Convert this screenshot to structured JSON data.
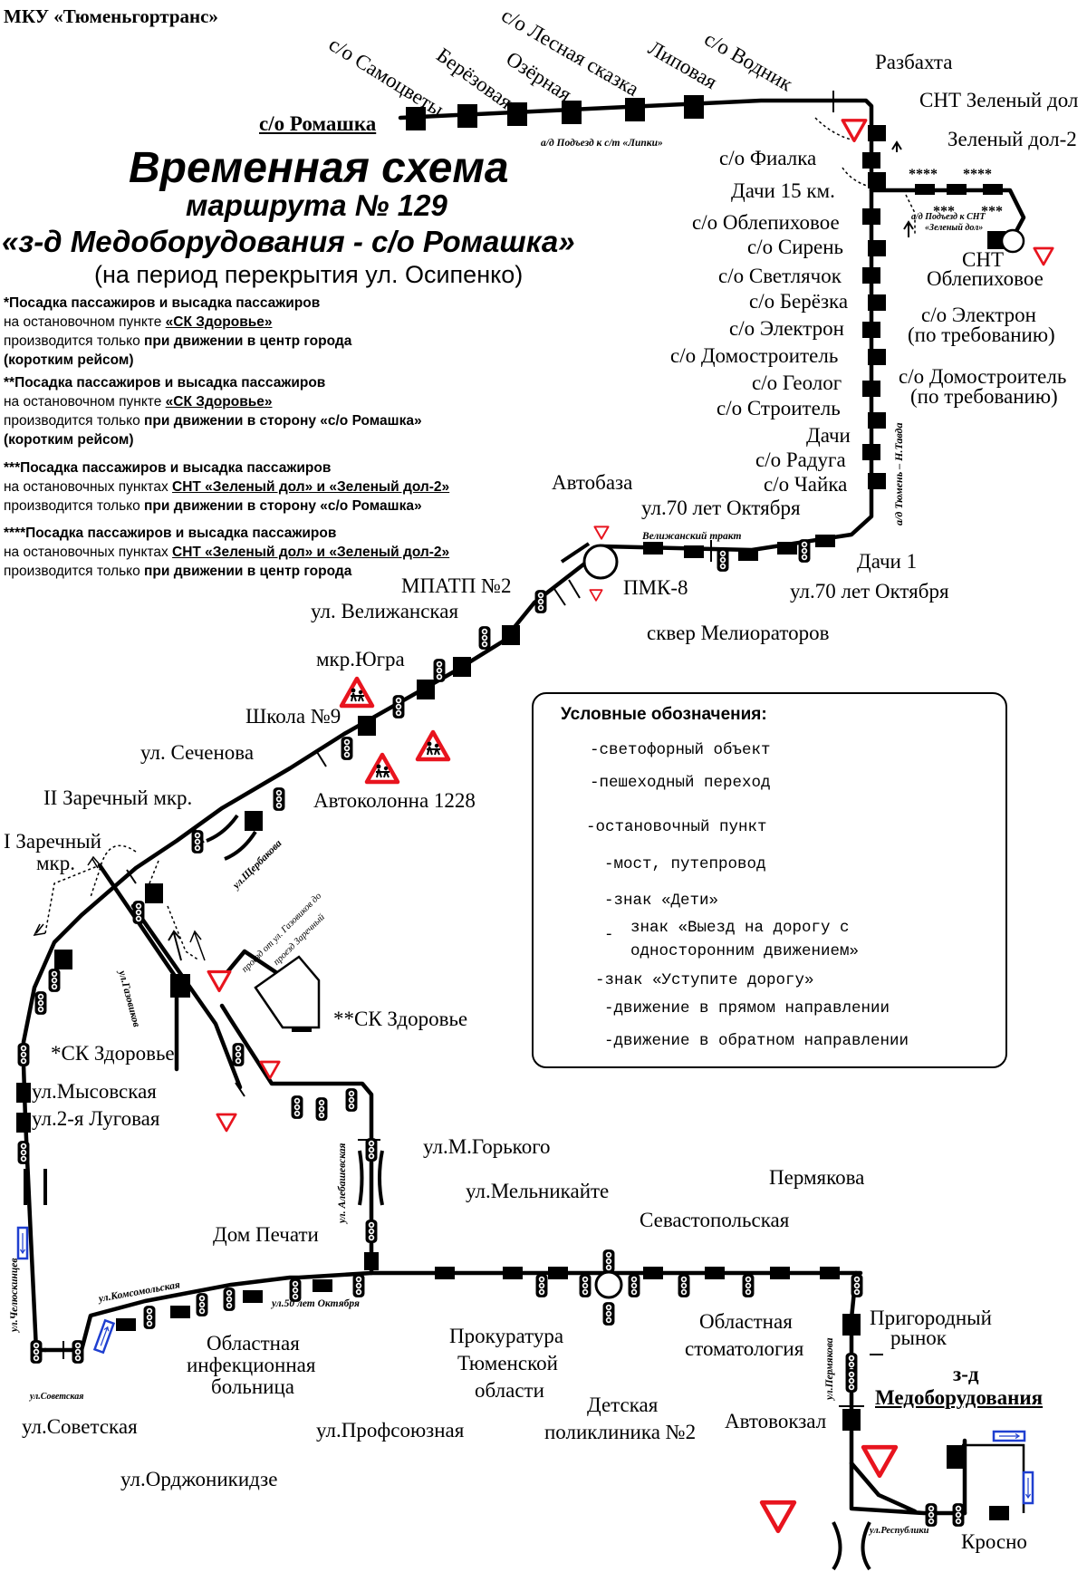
{
  "header": {
    "organization": "МКУ «Тюменьгортранс»",
    "title_line1": "Временная схема",
    "title_line2": "маршрута № 129",
    "route_name": "«з-д Медоборудования - с/о Ромашка»",
    "period": "(на период перекрытия ул. Осипенко)"
  },
  "notes": [
    {
      "line1": "*Посадка пассажиров и высадка пассажиров",
      "line2_pre": "на остановочном пункте ",
      "line2_stop": "«СК Здоровье»",
      "line3_pre": "производится только ",
      "line3_bold": "при движении в центр города",
      "line4": "(коротким рейсом)"
    },
    {
      "line1": "**Посадка пассажиров и высадка пассажиров",
      "line2_pre": "на остановочном пункте ",
      "line2_stop": "«СК Здоровье»",
      "line3_pre": "производится только ",
      "line3_bold": "при движении в сторону «с/о Ромашка»",
      "line4": "(коротким рейсом)"
    },
    {
      "line1": "***Посадка пассажиров и высадка пассажиров",
      "line2_pre": "на остановочных пунктах ",
      "line2_stop": "СНТ «Зеленый дол» и «Зеленый дол-2»",
      "line3_pre": "производится только ",
      "line3_bold": "при движении в сторону «с/о Ромашка»"
    },
    {
      "line1": "****Посадка пассажиров и высадка пассажиров",
      "line2_pre": "на остановочных пунктах ",
      "line2_stop": "СНТ «Зеленый дол» и «Зеленый дол-2»",
      "line3_pre": "производится только ",
      "line3_bold": "при движении в центр города"
    }
  ],
  "stops": {
    "samotsvety": "с/о Самоцветы",
    "berezovaya": "Берёзовая",
    "ozernaya": "Озёрная",
    "lesnaya_skazka": "с/о Лесная сказка",
    "lipovaya": "Липовая",
    "vodnik": "с/о Водник",
    "romashka": "с/о Ромашка",
    "razbakhta": "Разбахта",
    "snt_zeleny_dol": "СНТ Зеленый дол",
    "zeleny_dol_2": "Зеленый дол-2",
    "fialka": "с/о Фиалка",
    "dachi_15": "Дачи 15 км.",
    "oblepikhovoe": "с/о Облепиховое",
    "siren": "с/о Сирень",
    "snt_line1": "СНТ",
    "snt_line2": "Облепиховое",
    "svetlyachok": "с/о Светлячок",
    "berezka": "с/о Берёзка",
    "elektron": "с/о Электрон",
    "elektron_req_line1": "с/о Электрон",
    "elektron_req_line2": "(по требованию)",
    "domostroitel": "с/о Домостроитель",
    "domostroitel_req_line1": "с/о Домостроитель",
    "domostroitel_req_line2": "(по требованию)",
    "geolog": "с/о Геолог",
    "stroitel": "с/о Строитель",
    "dachi": "Дачи",
    "raduga": "с/о Радуга",
    "chayka": "с/о Чайка",
    "avtobaza": "Автобаза",
    "oktyabrya_70_top": "ул.70 лет Октября",
    "dachi_1": "Дачи 1",
    "oktyabrya_70_bottom": "ул.70 лет Октября",
    "pmk_8": "ПМК-8",
    "skver_melioratorov": "сквер Мелиораторов",
    "mpatp_2": "МПАТП №2",
    "velizhanskaya": "ул. Велижанская",
    "mkr_yugra": "мкр.Югра",
    "shkola_9": "Школа №9",
    "sechenova": "ул. Сеченова",
    "avtokolonna": "Автоколонна 1228",
    "zarechny_2": "II Заречный мкр.",
    "zarechny_1_line1": "I Заречный",
    "zarechny_1_line2": "мкр.",
    "sk_zdorovie_1": "*СК Здоровье",
    "sk_zdorovie_2": "**СК Здоровье",
    "mysovskaya": "ул.Мысовская",
    "lugovaya_2": "ул.2-я Луговая",
    "dom_pechati": "Дом Печати",
    "m_gorkogo": "ул.М.Горького",
    "melnikayte": "ул.Мельникайте",
    "sevastopolskaya": "Севастопольская",
    "permyakova": "Пермякова",
    "prigorodny_line1": "Пригородный",
    "prigorodny_line2": "рынок",
    "oblastnaya_stom_line1": "Областная",
    "oblastnaya_stom_line2": "стоматология",
    "prokuratura_line1": "Прокуратура",
    "prokuratura_line2": "Тюменской",
    "prokuratura_line3": "области",
    "detskaya_line1": "Детская",
    "detskaya_line2": "поликлиника №2",
    "avtovokzal": "Автовокзал",
    "zavod_line1": "з-д",
    "zavod_line2": "Медоборудования",
    "krosno": "Кросно",
    "oblastnaya_inf_line1": "Областная",
    "oblastnaya_inf_line2": "инфекционная",
    "oblastnaya_inf_line3": "больница",
    "profsoyuznaya": "ул.Профсоюзная",
    "sovetskaya": "ул.Советская",
    "ordzhonikidze": "ул.Орджоникидзе"
  },
  "streets": {
    "podezd_lipki": "а/д Подъезд к с/т «Липки»",
    "podezd_snt_line1": "а/д Подъезд к СНТ",
    "podezd_snt_line2": "«Зеленый дол»",
    "tyumen_tavda": "а/д Тюмень – Н.Тавда",
    "velizhansky_trakt": "Велижанский тракт",
    "scherbakova": "ул.Щербакова",
    "gazovikov": "ул.Газовиков",
    "proezd_line1": "проезд от ул. Газовиков до",
    "proezd_line2": "проезд Заречный",
    "alebashevskaya": "ул. Алебашевская",
    "komsomolskaya": "ул.Комсомольская",
    "oktyabrya_50": "ул.50 лет Октября",
    "chelyuskintsev": "ул.Челюскинцев",
    "sovetskaya_small": "ул.Советская",
    "permyakova_street": "ул.Пермякова",
    "respubliki": "ул.Республики"
  },
  "marks": {
    "four_stars": "****",
    "three_stars": "***"
  },
  "legend": {
    "title": "Условные обозначения:",
    "traffic_light": "-светофорный объект",
    "crossing": "-пешеходный переход",
    "stop": "-остановочный пункт",
    "bridge": "-мост, путепровод",
    "children": "-знак «Дети»",
    "one_way_dash": "-",
    "one_way_line1": "знак «Выезд на дорогу с",
    "one_way_line2": "односторонним движением»",
    "yield": "-знак «Уступите дорогу»",
    "forward": "-движение в прямом направлении",
    "backward": "-движение в обратном направлении"
  },
  "colors": {
    "route_line": "#000000",
    "sign_red": "#e8141e",
    "one_way_blue": "#1f3fd0"
  }
}
